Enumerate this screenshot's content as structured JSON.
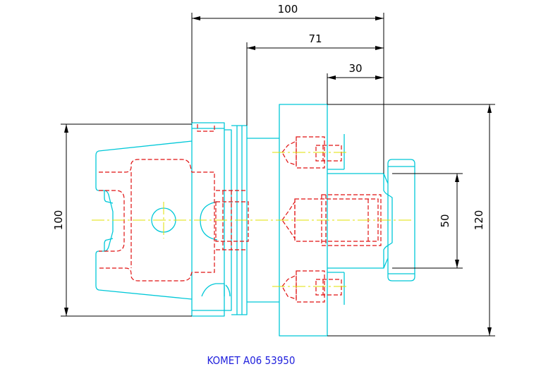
{
  "dimensions": {
    "overall_length": "100",
    "mid_length": "71",
    "short_length": "30",
    "shank_diameter": "100",
    "spigot_diameter": "50",
    "flange_diameter": "120"
  },
  "caption": "KOMET A06 53950",
  "colors": {
    "outline": "#00c8d8",
    "hidden": "#e01010",
    "centerline": "#e0e000",
    "dimension": "#000000",
    "caption": "#2222dd"
  }
}
